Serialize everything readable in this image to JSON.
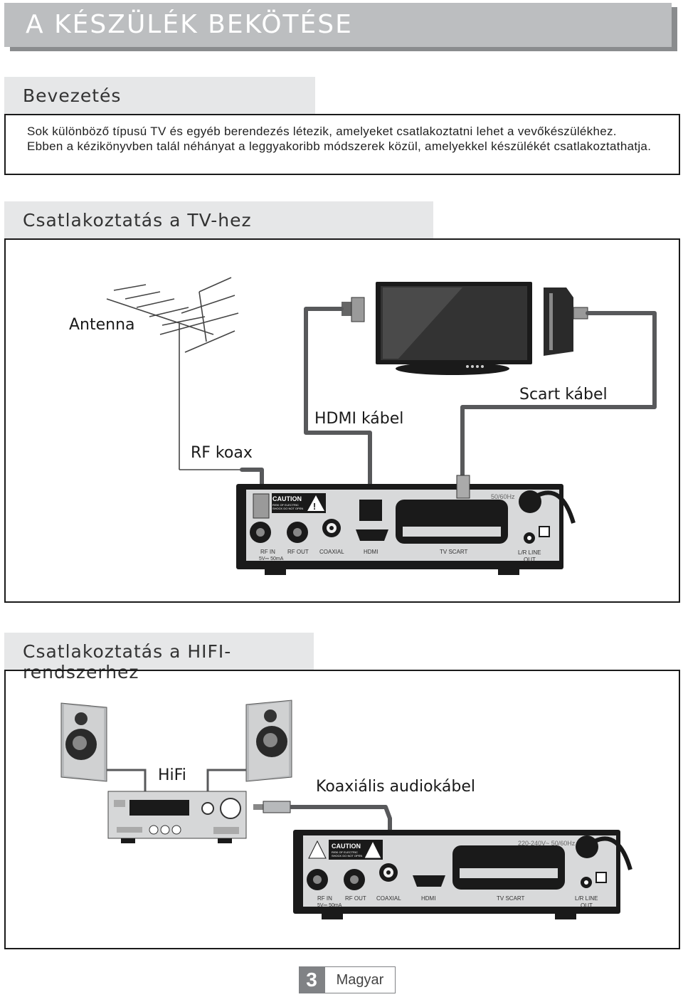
{
  "header": {
    "title": "A KÉSZÜLÉK BEKÖTÉSE"
  },
  "intro": {
    "heading": "Bevezetés",
    "text": "Sok különböző típusú TV és egyéb berendezés létezik, amelyeket csatlakoztatni lehet a vevőkészülékhez. Ebben a kézikönyvben talál néhányat a leggyakoribb módszerek közül, amelyekkel készülékét csatlakoztathatja."
  },
  "tv_section": {
    "heading": "Csatlakoztatás a TV-hez",
    "labels": {
      "antenna": "Antenna",
      "hdmi_cable": "HDMI kábel",
      "scart_cable": "Scart kábel",
      "rf_coax": "RF koax"
    }
  },
  "hifi_section": {
    "heading": "Csatlakoztatás a HIFI-rendszerhez",
    "labels": {
      "hifi": "HiFi",
      "coax_audio": "Koaxiális audiokábel"
    }
  },
  "receiver": {
    "caution": "CAUTION",
    "caution_sub": "RISK OF ELECTRIC SHOCK DO NOT OPEN",
    "power_partial": "50/60Hz",
    "power_full": "220-240V~ 50/60Hz",
    "ports": {
      "rf_in": "RF IN",
      "rf_in_sub": "5V⎓ 50mA",
      "rf_out": "RF OUT",
      "coaxial": "COAXIAL",
      "hdmi": "HDMI",
      "tv_scart": "TV SCART",
      "lr_line": "L/R LINE",
      "lr_out": "OUT"
    }
  },
  "footer": {
    "page_number": "3",
    "language": "Magyar"
  },
  "colors": {
    "title_bar": "#bcbec0",
    "title_shadow": "#8a8c8e",
    "section_bg": "#e6e7e8",
    "cable": "#58595b"
  }
}
